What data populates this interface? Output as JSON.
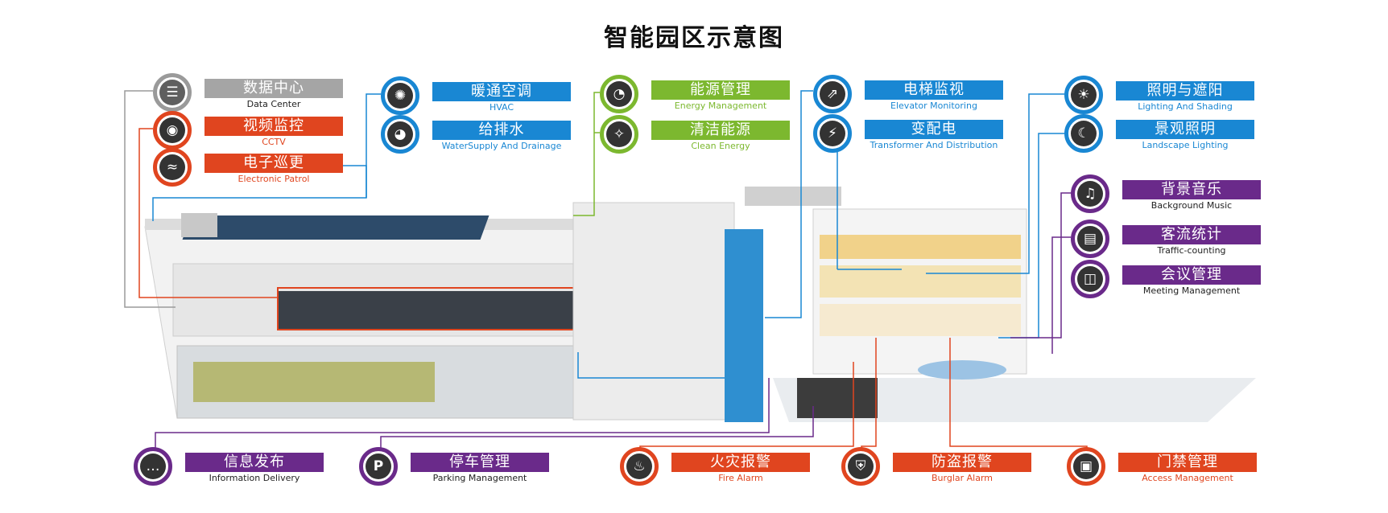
{
  "title": "智能园区示意图",
  "colors": {
    "gray": "#a5a5a5",
    "red": "#e0451f",
    "blue": "#1987d3",
    "green": "#7cb82f",
    "purple": "#6a2a8a"
  },
  "items": [
    {
      "cn": "数据中心",
      "en": "Data Center",
      "theme": "gray",
      "icon": "database-icon"
    },
    {
      "cn": "视频监控",
      "en": "CCTV",
      "theme": "red",
      "icon": "camera-icon"
    },
    {
      "cn": "电子巡更",
      "en": "Electronic Patrol",
      "theme": "red",
      "icon": "patrol-wand-icon"
    },
    {
      "cn": "暖通空调",
      "en": "HVAC",
      "theme": "blue",
      "icon": "fan-icon"
    },
    {
      "cn": "给排水",
      "en": "WaterSupply And Drainage",
      "theme": "blue",
      "icon": "gauge-icon"
    },
    {
      "cn": "能源管理",
      "en": "Energy Management",
      "theme": "green",
      "icon": "pie-chart-icon"
    },
    {
      "cn": "清洁能源",
      "en": "Clean Energy",
      "theme": "green",
      "icon": "wind-turbine-icon"
    },
    {
      "cn": "电梯监视",
      "en": "Elevator Monitoring",
      "theme": "blue",
      "icon": "escalator-icon"
    },
    {
      "cn": "变配电",
      "en": "Transformer And Distribution",
      "theme": "blue",
      "icon": "lightning-icon"
    },
    {
      "cn": "照明与遮阳",
      "en": "Lighting And Shading",
      "theme": "blue",
      "icon": "bulb-icon"
    },
    {
      "cn": "景观照明",
      "en": "Landscape Lighting",
      "theme": "blue",
      "icon": "moon-icon"
    },
    {
      "cn": "背景音乐",
      "en": "Background Music",
      "theme": "purple",
      "icon": "music-note-icon"
    },
    {
      "cn": "客流统计",
      "en": "Traffic-counting",
      "theme": "purple",
      "icon": "bar-chart-icon"
    },
    {
      "cn": "会议管理",
      "en": "Meeting Management",
      "theme": "purple",
      "icon": "presentation-icon"
    },
    {
      "cn": "信息发布",
      "en": "Information Delivery",
      "theme": "purple",
      "icon": "chat-bubble-icon"
    },
    {
      "cn": "停车管理",
      "en": "Parking Management",
      "theme": "purple",
      "icon": "parking-icon"
    },
    {
      "cn": "火灾报警",
      "en": "Fire Alarm",
      "theme": "red",
      "icon": "flame-icon"
    },
    {
      "cn": "防盗报警",
      "en": "Burglar Alarm",
      "theme": "red",
      "icon": "shield-icon"
    },
    {
      "cn": "门禁管理",
      "en": "Access Management",
      "theme": "red",
      "icon": "card-reader-icon"
    }
  ]
}
